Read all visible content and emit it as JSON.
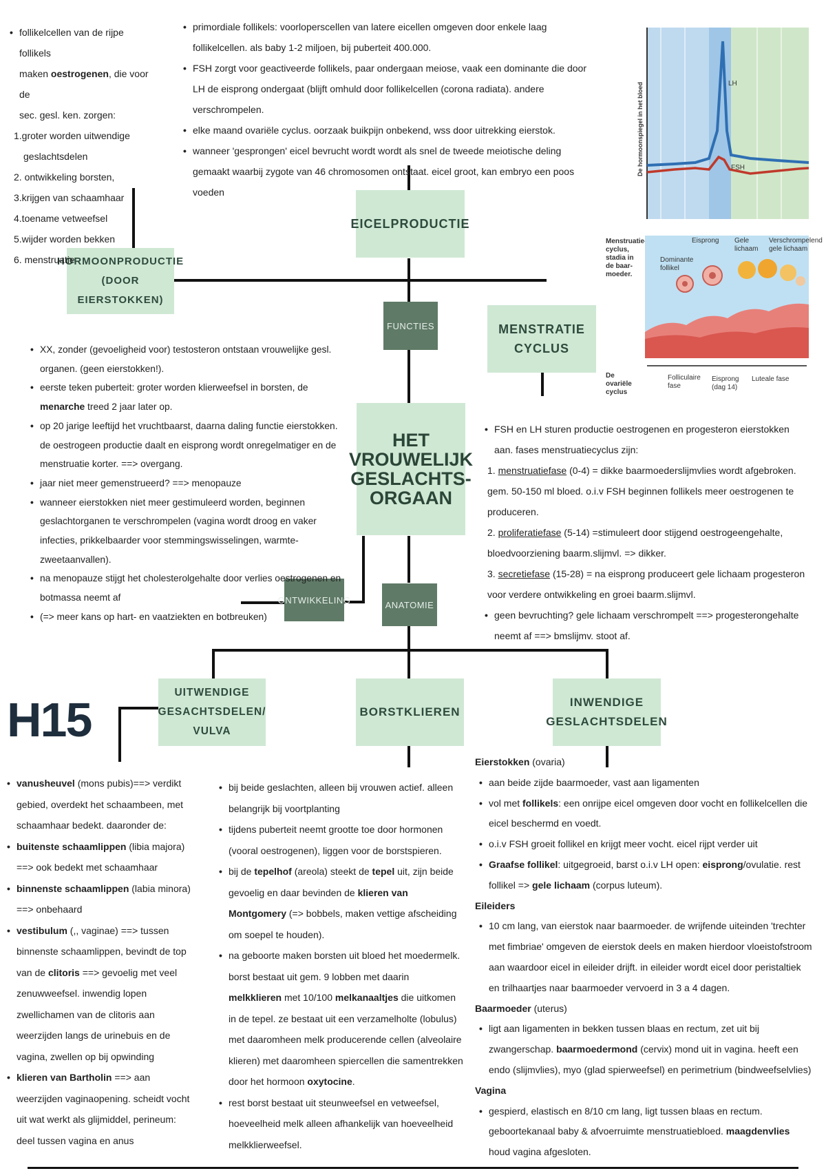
{
  "title": [
    "HET",
    "VROUWELIJK",
    "GESLACHTS-",
    "ORGAAN"
  ],
  "chapter": "H15",
  "nodes": {
    "functies": "FUNCTIES",
    "anatomie": "ANATOMIE",
    "ontwikkeling": "ONTWIKKELING",
    "eicelproductie": "EICELPRODUCTIE",
    "hormoonproductie": [
      "HORMOONPRODUCTIE",
      "(DOOR EIERSTOKKEN)"
    ],
    "menstratie": [
      "MENSTRATIE",
      "CYCLUS"
    ],
    "uitwendige": [
      "UITWENDIGE",
      "GESACHTSDELEN/",
      "VULVA"
    ],
    "borstklieren": "BORSTKLIEREN",
    "inwendige": [
      "INWENDIGE",
      "GESLACHTSDELEN"
    ]
  },
  "hormoon_text": {
    "intro": [
      "follikelcellen van de rijpe follikels",
      "maken ",
      "oestrogenen",
      ", die voor de",
      "sec. gesl. ken. zorgen:"
    ],
    "items": [
      "1.groter worden uitwendige",
      "geslachtsdelen",
      "2. ontwikkeling borsten,",
      "3.krijgen van schaamhaar",
      "4.toename vetweefsel",
      "5.wijder worden bekken",
      "6. menstruatie"
    ]
  },
  "eicel_text": [
    "primordiale follikels: voorloperscellen van latere eicellen omgeven door enkele laag follikelcellen. als baby 1-2 miljoen, bij puberteit 400.000.",
    "FSH zorgt voor geactiveerde follikels, paar ondergaan meiose, vaak een dominante die door LH de eisprong ondergaat (blijft omhuld door follikelcellen (corona radiata). andere verschrompelen.",
    "elke maand ovariële cyclus. oorzaak buikpijn onbekend, wss door uitrekking eierstok.",
    "wanneer 'gesprongen' eicel bevrucht wordt wordt als snel de tweede meiotische deling gemaakt waarbij zygote van 46 chromosomen ontstaat. eicel groot, kan embryo een poos voeden"
  ],
  "ontwikkeling_text": {
    "b1": "XX, zonder (gevoeligheid voor) testosteron ontstaan vrouwelijke gesl. organen. (geen eierstokken!).",
    "b2a": "eerste teken puberteit: groter worden klierweefsel in borsten, de ",
    "b2b": "menarche",
    "b2c": " treed 2 jaar later op.",
    "b3": "op 20 jarige leeftijd het vruchtbaarst, daarna daling functie eierstokken. de oestrogeen productie daalt en eisprong wordt onregelmatiger en de menstruatie korter. ==> overgang.",
    "b4": "jaar niet meer gemenstrueerd? ==> menopauze",
    "b5": "wanneer eierstokken niet meer gestimuleerd worden, beginnen geslachtorganen te verschrompelen (vagina wordt droog en vaker infecties, prikkelbaarder voor stemmingswisselingen, warmte-zweetaanvallen).",
    "b6": "na menopauze stijgt het cholesterolgehalte door verlies oestrogenen en botmassa neemt af",
    "b7": "(=> meer kans op hart- en vaatziekten en botbreuken)"
  },
  "menstruatie_text": {
    "intro": "FSH en LH sturen productie oestrogenen en progesteron eierstokken aan.  fases menstruatiecyclus zijn:",
    "p1_name": "menstruatiefase",
    "p1_rest": " (0-4) = dikke baarmoederslijmvlies wordt afgebroken. gem. 50-150 ml bloed. o.i.v FSH beginnen follikels meer oestrogenen te produceren.",
    "p2_name": "proliferatiefase",
    "p2_rest": " (5-14) =stimuleert door stijgend oestrogeengehalte, bloedvoorziening baarm.slijmvl. => dikker.",
    "p3_name": "secretiefase",
    "p3_rest": " (15-28) = na eisprong produceert gele lichaam progesteron voor verdere ontwikkeling en groei baarm.slijmvl.",
    "b_last": "geen bevruchting? gele lichaam verschrompelt ==> progesterongehalte neemt af ==> bmslijmv. stoot af."
  },
  "figure": {
    "y_axis_label": "De hormoonspiegel in het bloed",
    "lh": "LH",
    "fsh": "FSH",
    "cycle_label": "Menstruatie-cyclus, stadia in de baar-moeder.",
    "eisprong": "Eisprong",
    "dominante": "Dominante follikel",
    "gele": "Gele lichaam",
    "verschrompelend": "Verschrompelend gele lichaam",
    "ovariele": "De ovariële cyclus",
    "folliculaire": "Folliculaire fase",
    "eisprong_dag": "Eisprong (dag 14)",
    "luteale": "Luteale fase",
    "colors": {
      "lh": "#2f6fb3",
      "fsh": "#c0392b",
      "bg_left": "#bcd8ee",
      "bg_right": "#cfe7c8"
    }
  },
  "vulva_text": [
    {
      "b": "vanusheuvel",
      "t": " (mons pubis)==> verdikt gebied, overdekt het schaambeen, met schaamhaar bedekt. daaronder de:"
    },
    {
      "b": "buitenste schaamlippen",
      "t": " (libia majora) ==> ook bedekt met schaamhaar"
    },
    {
      "b": "binnenste schaamlippen",
      "t": " (labia minora) ==> onbehaard"
    },
    {
      "b": "vestibulum",
      "t": " (,, vaginae) ==> tussen binnenste schaamlippen, bevindt de top van de "
    },
    {
      "b": "clitoris",
      "t": " ==> gevoelig met veel zenuwweefsel. inwendig lopen zwellichamen van de clitoris aan weerzijden langs de urinebuis en de vagina, zwellen op bij opwinding"
    },
    {
      "b": "klieren van Bartholin",
      "t": " ==> aan weerzijden vaginaopening. scheidt vocht uit wat werkt als glijmiddel, perineum: deel tussen vagina en anus"
    }
  ],
  "borst_text": {
    "b1": "bij beide geslachten, alleen bij vrouwen actief. alleen belangrijk bij voortplanting",
    "b2": "tijdens puberteit neemt grootte toe door hormonen (vooral oestrogenen), liggen voor de borstspieren.",
    "b3a": "bij de ",
    "b3b": "tepelhof",
    "b3c": " (areola) steekt de ",
    "b3d": "tepel",
    "b3e": " uit, zijn beide gevoelig en daar bevinden de ",
    "b3f": "klieren van Montgomery",
    "b3g": " (=> bobbels, maken vettige afscheiding om soepel te houden).",
    "b4a": "na geboorte maken borsten uit bloed het moedermelk. borst bestaat uit gem. 9 lobben met daarin ",
    "b4b": "melkklieren",
    "b4c": " met 10/100 ",
    "b4d": "melkanaaltjes",
    "b4e": " die uitkomen in de tepel. ze bestaat uit een verzamelholte (lobulus) met daaromheen melk producerende cellen (alveolaire klieren) met daaromheen spiercellen die samentrekken door het hormoon ",
    "b4f": "oxytocine",
    "b4g": ".",
    "b5": "rest borst bestaat uit steunweefsel en vetweefsel, hoeveelheid melk alleen afhankelijk van hoeveelheid melkklierweefsel."
  },
  "inwendig_text": {
    "h1": "Eierstokken",
    "h1s": " (ovaria)",
    "e1": " aan beide zijde baarmoeder, vast aan ligamenten",
    "e2a": "vol met ",
    "e2b": "follikels",
    "e2c": ": een onrijpe eicel omgeven door vocht en follikelcellen die eicel beschermd en voedt.",
    "e3": "o.i.v FSH groeit follikel en krijgt meer vocht. eicel rijpt verder uit",
    "e4a": "Graafse follikel",
    "e4b": ": uitgegroeid, barst o.i.v LH open: ",
    "e4c": "eisprong",
    "e4d": "/ovulatie. rest follikel => ",
    "e4e": "gele lichaam",
    "e4f": " (corpus luteum).",
    "h2": "Eileiders",
    "l1": "10 cm lang, van eierstok naar baarmoeder. de wrijfende uiteinden 'trechter met fimbriae' omgeven de eierstok deels en maken hierdoor vloeistofstroom aan waardoor eicel in eileider drijft. in eileider wordt eicel door peristaltiek en trilhaartjes naar baarmoeder vervoerd in 3 a 4 dagen.",
    "h3": "Baarmoeder",
    "h3s": " (uterus)",
    "u1a": "ligt aan ligamenten in bekken tussen blaas en rectum, zet uit bij zwangerschap. ",
    "u1b": "baarmoedermond",
    "u1c": " (cervix) mond uit in vagina. heeft een endo (slijmvlies), myo (glad spierweefsel) en perimetrium (bindweefselvlies)",
    "h4": "Vagina",
    "v1a": "gespierd, elastisch en 8/10 cm lang, ligt tussen blaas en rectum. geboortekanaal baby & afvoerruimte menstruatiebloed. ",
    "v1b": "maagdenvlies",
    "v1c": " houd vagina afgesloten."
  }
}
